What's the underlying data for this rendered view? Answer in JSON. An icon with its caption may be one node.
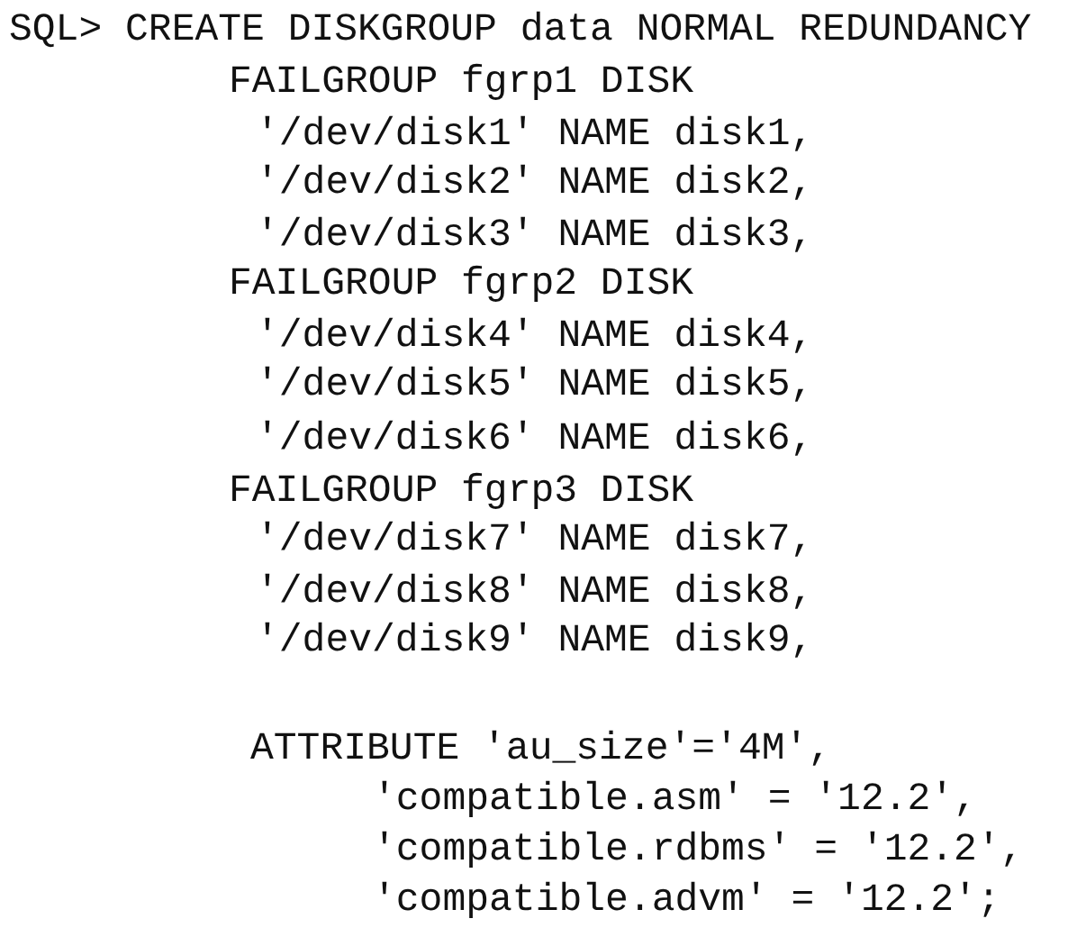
{
  "diagram": {
    "labels": [
      "SQL> CREATE DISKGROUP data NORMAL REDUNDANCY",
      "FAILGROUP fgrp1 DISK",
      "'/dev/disk1' NAME disk1,",
      "'/dev/disk2' NAME disk2,",
      "'/dev/disk3' NAME disk3,",
      "FAILGROUP fgrp2 DISK",
      "'/dev/disk4' NAME disk4,",
      "'/dev/disk5' NAME disk5,",
      "'/dev/disk6' NAME disk6,",
      "FAILGROUP fgrp3 DISK",
      "'/dev/disk7' NAME disk7,",
      "'/dev/disk8' NAME disk8,",
      "'/dev/disk9' NAME disk9,",
      "ATTRIBUTE 'au_size'='4M',",
      "'compatible.asm' = '12.2',",
      "'compatible.rdbms' = '12.2',",
      "'compatible.advm' = '12.2';"
    ]
  }
}
